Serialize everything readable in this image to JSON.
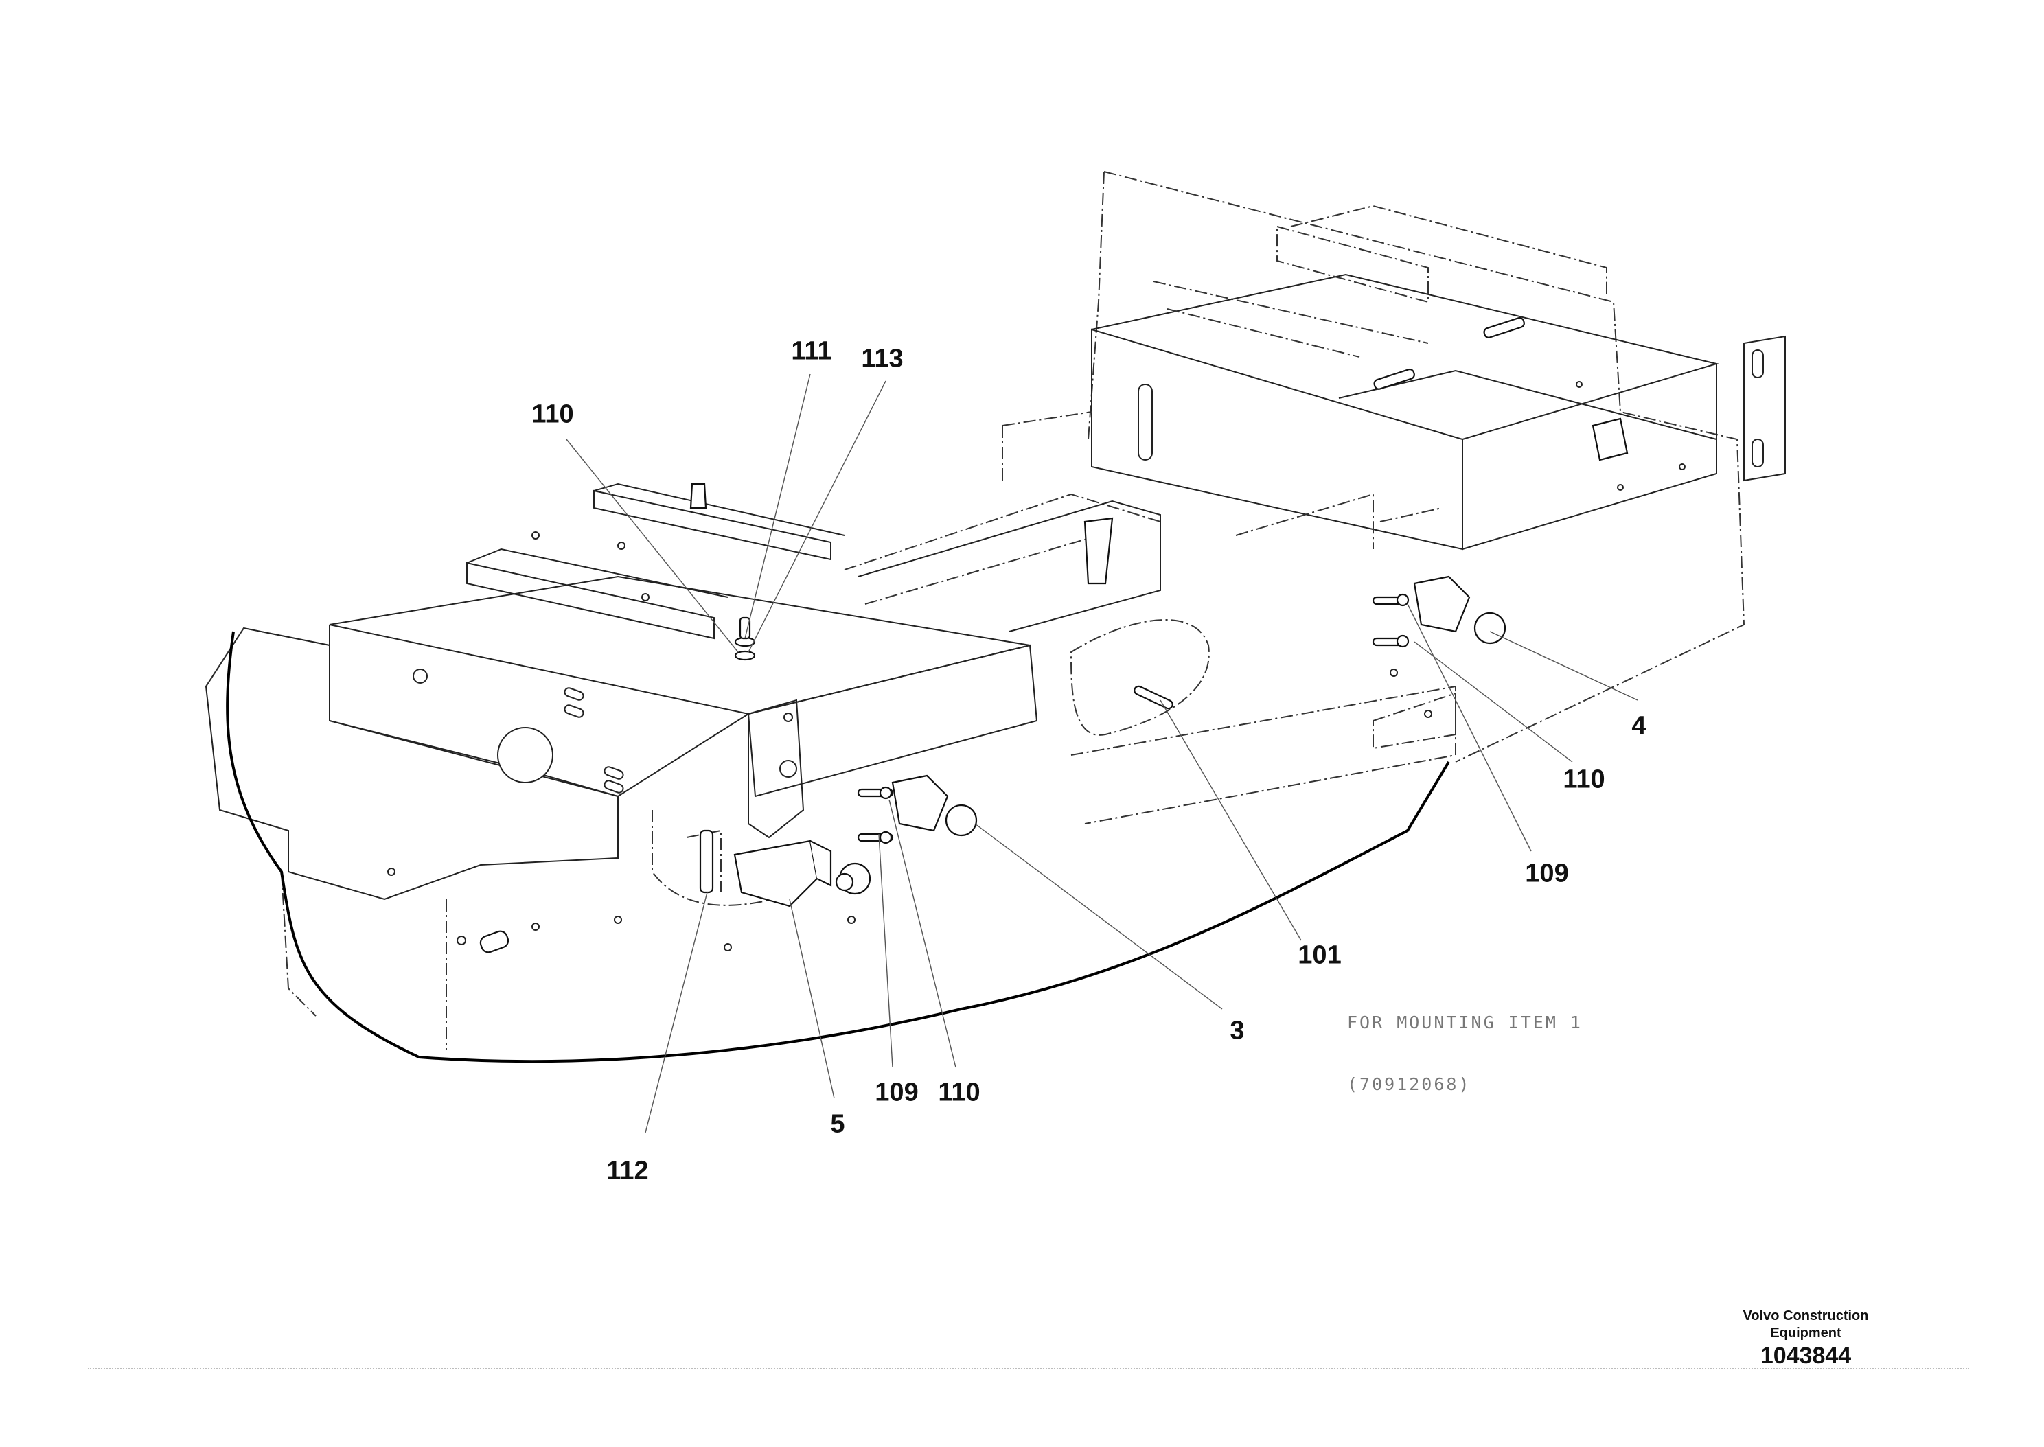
{
  "callouts": {
    "c111": "111",
    "c113": "113",
    "c110_top": "110",
    "c4": "4",
    "c110_right": "110",
    "c109_right": "109",
    "c101": "101",
    "c3": "3",
    "c109_bottom": "109",
    "c110_bottom": "110",
    "c5": "5",
    "c112": "112"
  },
  "note": {
    "line1": "FOR MOUNTING ITEM 1",
    "line2": "(70912068)"
  },
  "brand": {
    "line1": "Volvo Construction",
    "line2": "Equipment",
    "drawing_number": "1043844"
  }
}
